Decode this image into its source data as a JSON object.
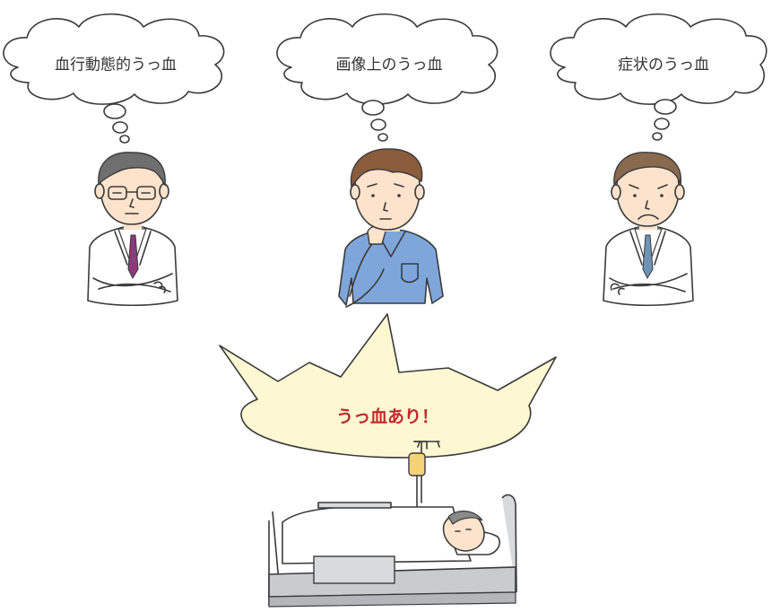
{
  "thoughts": {
    "left": "血行動態的うっ血",
    "center": "画像上のうっ血",
    "right": "症状のうっ血"
  },
  "shout": "うっ血あり！",
  "colors": {
    "shout_text": "#c0282d",
    "shout_fill": "#fdf7d2",
    "scrubs": "#7fa6db",
    "coat": "#ffffff",
    "line": "#3a3a3a",
    "skin": "#fde3cc",
    "hair_gray": "#6f6f6f",
    "hair_brown": "#8a5c3c",
    "tie_left": "#8b3a7a",
    "tie_right": "#6f93b7",
    "bed": "#c9cbcf",
    "iv_fluid": "#f4d277"
  },
  "figures": {
    "left_doctor": "doctor-glasses-arms-crossed",
    "center_doctor": "doctor-scrubs-thinking",
    "right_doctor": "doctor-worried-arms-crossed",
    "patient": "patient-in-bed-with-iv"
  }
}
